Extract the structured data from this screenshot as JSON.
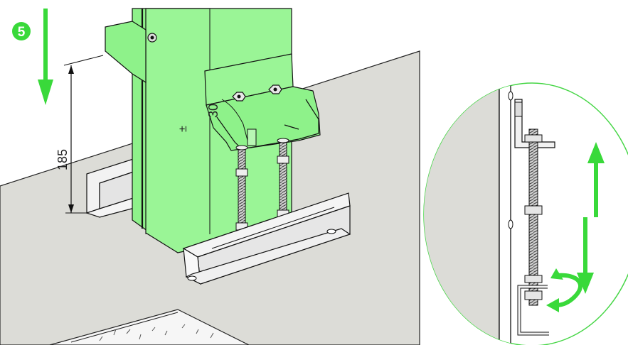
{
  "figure": {
    "step_number": "5",
    "dimension_height": "185",
    "dimension_offset": "30",
    "part_mark": "±"
  },
  "colors": {
    "post_green": "#8ef28a",
    "arrow_green": "#39d93a",
    "floor_grey": "#dcdcd7",
    "steel_light": "#f2f2f2",
    "outline": "#111111",
    "detail_circle_border": "#46d646"
  },
  "icons": {
    "step_badge": "numbered-circle",
    "down_arrow": "down-arrow-icon",
    "up_arrow": "up-arrow-icon",
    "rotate_arrow": "rotate-icon"
  }
}
